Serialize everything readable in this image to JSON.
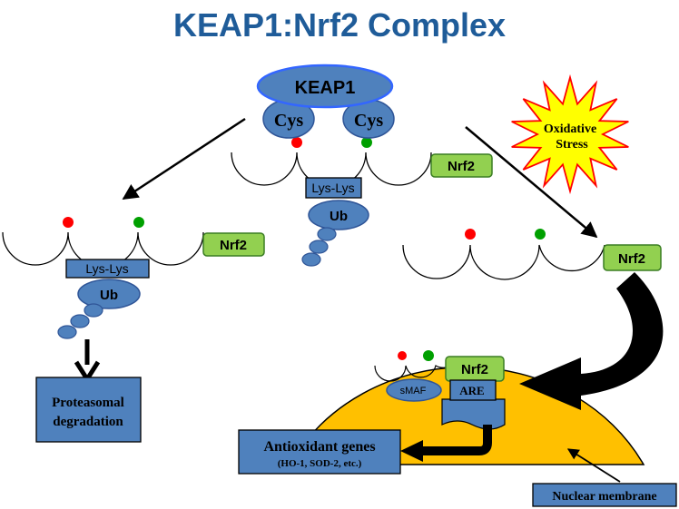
{
  "title": "KEAP1:Nrf2 Complex",
  "keap1": {
    "label": "KEAP1",
    "cys_left": "Cys",
    "cys_right": "Cys"
  },
  "nrf2_label": "Nrf2",
  "lys_label": "Lys-Lys",
  "ub_label": "Ub",
  "oxidative_stress": {
    "line1": "Oxidative",
    "line2": "Stress"
  },
  "proteasomal": {
    "line1": "Proteasomal",
    "line2": "degradation"
  },
  "nucleus": {
    "smaf": "sMAF",
    "are": "ARE"
  },
  "antioxidant": {
    "line1": "Antioxidant genes",
    "line2": "(HO-1, SOD-2, etc.)"
  },
  "nuclear_membrane": "Nuclear membrane",
  "colors": {
    "title": "#1F5C99",
    "protein_fill": "#4F81BD",
    "protein_stroke": "#2F5597",
    "keap1_stroke": "#3366FF",
    "nrf2_fill": "#92D050",
    "nrf2_stroke": "#3A7D22",
    "nucleus_fill": "#FFC000",
    "star_fill": "#FFFF00",
    "star_stroke": "#FF0000",
    "dot_red": "#FF0000",
    "dot_green": "#00A000"
  }
}
